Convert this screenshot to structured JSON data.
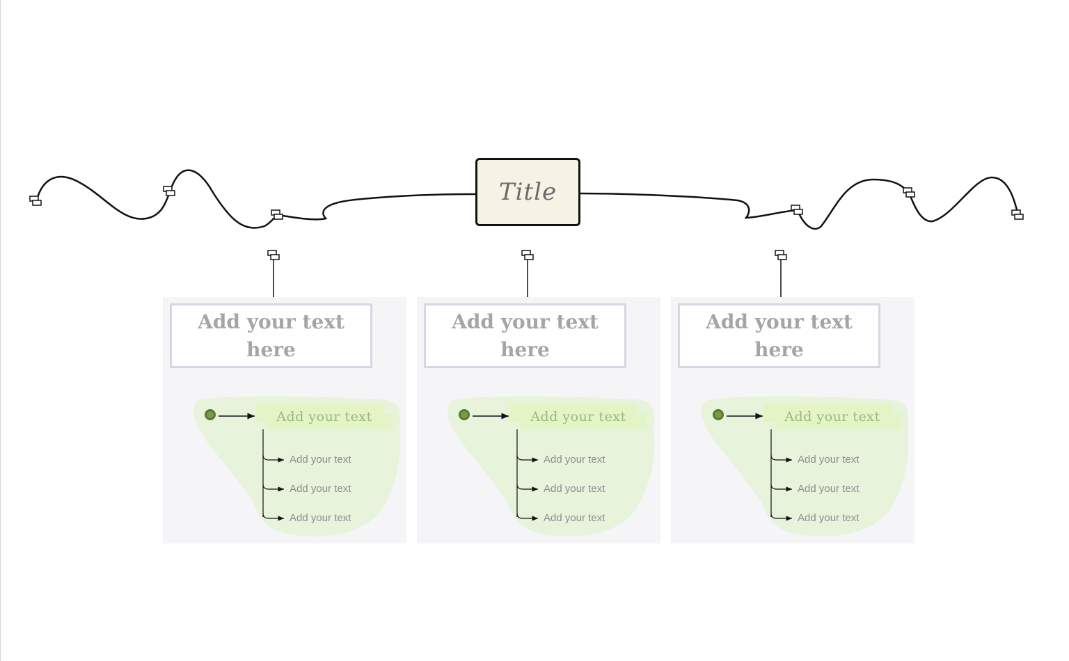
{
  "diagram": {
    "title": "Title",
    "sections": [
      {
        "heading": "Add your text here",
        "sub_heading": "Add your text",
        "items": [
          "Add your text",
          "Add your text",
          "Add your text"
        ]
      },
      {
        "heading": "Add your text here",
        "sub_heading": "Add your text",
        "items": [
          "Add your text",
          "Add your text",
          "Add your text"
        ]
      },
      {
        "heading": "Add your text here",
        "sub_heading": "Add your text",
        "items": [
          "Add your text",
          "Add your text",
          "Add your text"
        ]
      }
    ]
  },
  "colors": {
    "title_fill": "#f6f2e6",
    "panel_fill": "#f5f5f8",
    "header_border": "#d8d5e4",
    "blob_fill": "#e8f3dc",
    "subheading_fill": "#e3f5c6",
    "dot": "#7a9a4a",
    "text_gray": "#a5a5a5"
  }
}
